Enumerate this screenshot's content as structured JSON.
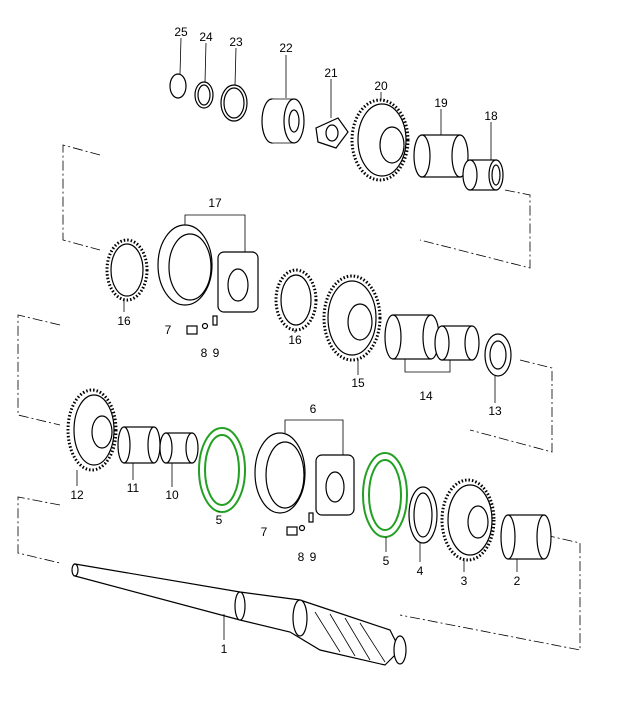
{
  "diagram": {
    "title": "Transmission shaft exploded parts view",
    "highlight_color": "#22a022",
    "callouts": {
      "c25": "25",
      "c24": "24",
      "c23": "23",
      "c22": "22",
      "c21": "21",
      "c20": "20",
      "c19": "19",
      "c18": "18",
      "c17": "17",
      "c16a": "16",
      "c16b": "16",
      "c15": "15",
      "c14": "14",
      "c13": "13",
      "c7a": "7",
      "c8a": "8",
      "c9a": "9",
      "c6": "6",
      "c12": "12",
      "c11": "11",
      "c10": "10",
      "c5a": "5",
      "c5b": "5",
      "c7b": "7",
      "c8b": "8",
      "c9b": "9",
      "c4": "4",
      "c3": "3",
      "c2": "2",
      "c1": "1"
    }
  }
}
